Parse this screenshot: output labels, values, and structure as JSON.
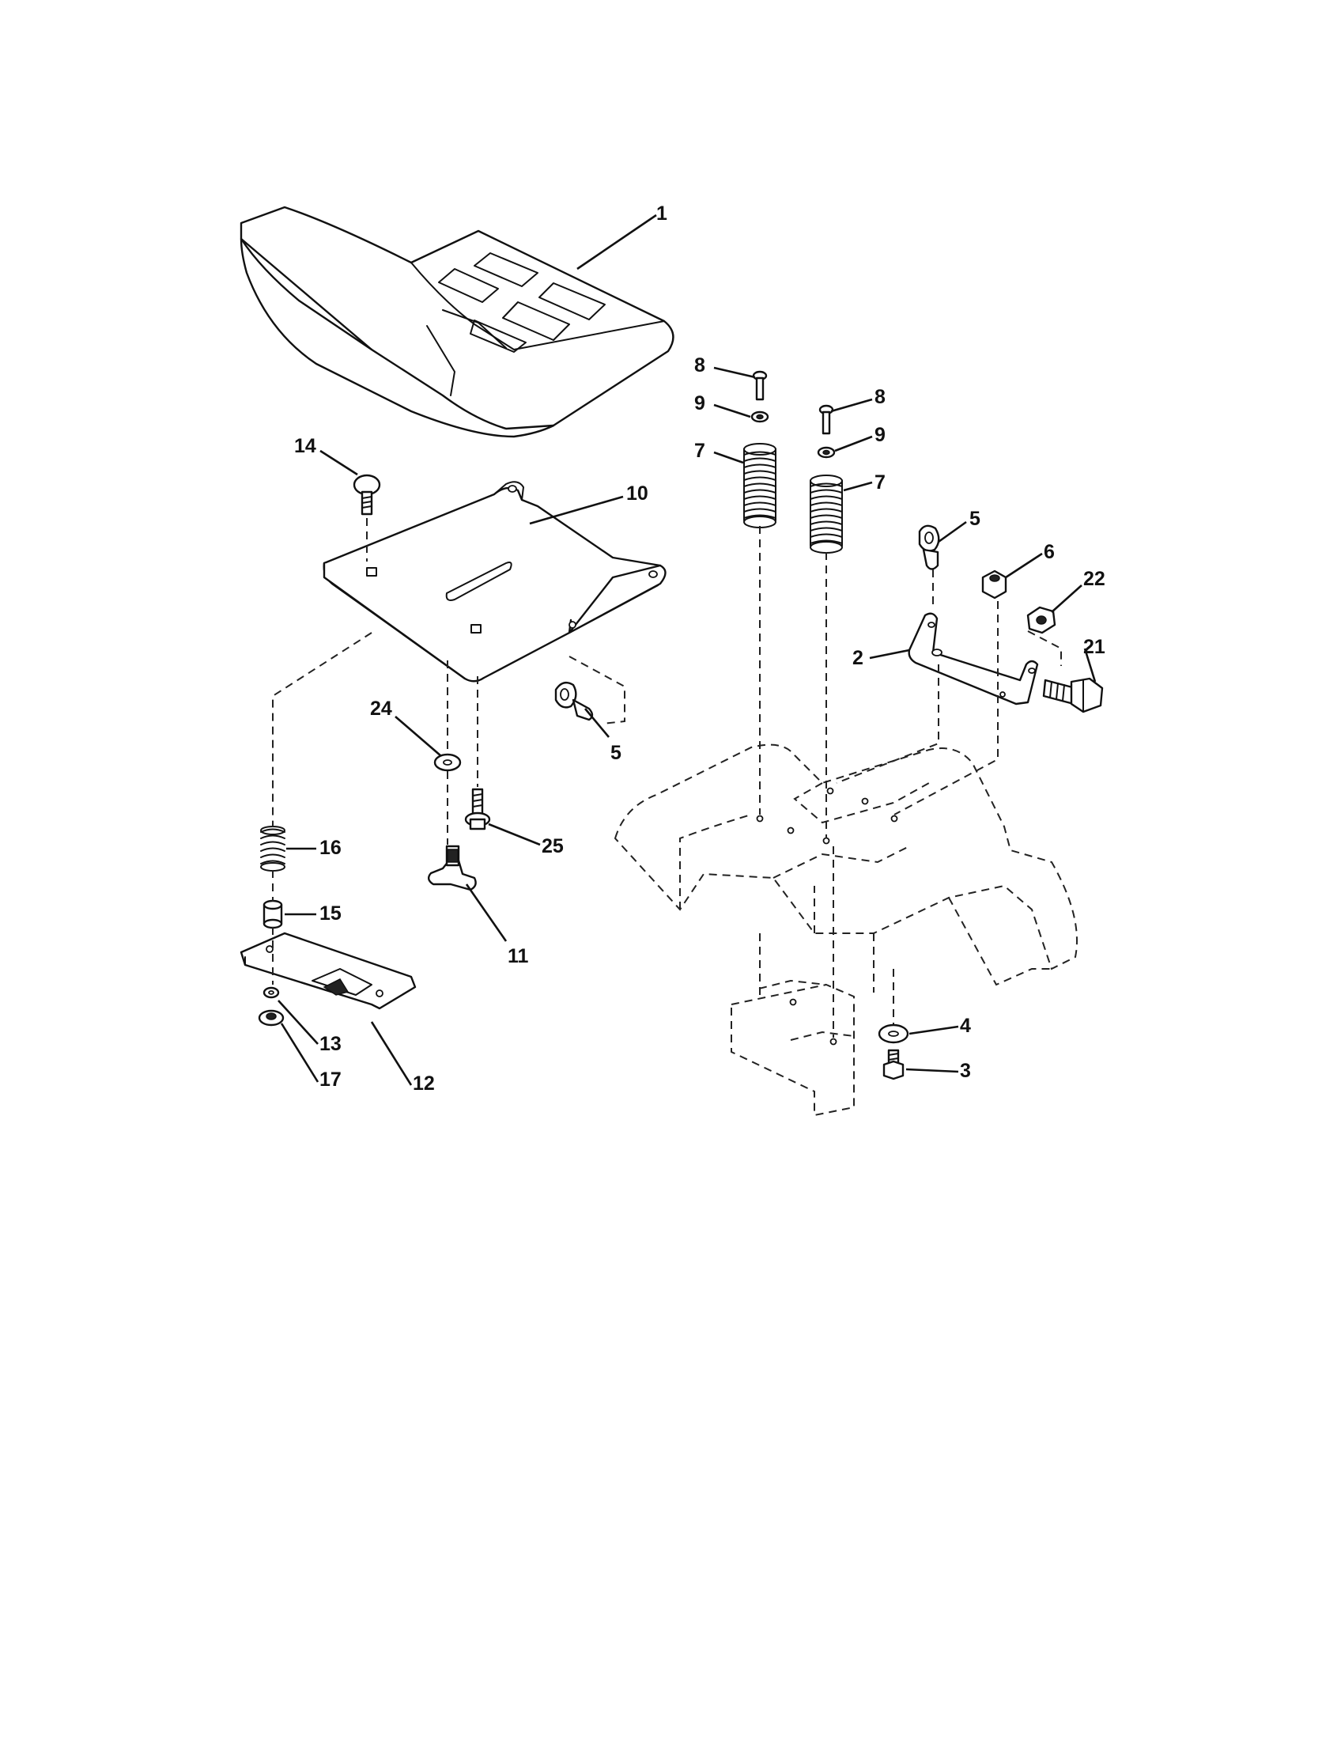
{
  "diagram": {
    "callouts": {
      "c1": "1",
      "c2": "2",
      "c3": "3",
      "c4": "4",
      "c5a": "5",
      "c5b": "5",
      "c6": "6",
      "c7a": "7",
      "c7b": "7",
      "c8a": "8",
      "c8b": "8",
      "c9a": "9",
      "c9b": "9",
      "c10": "10",
      "c11": "11",
      "c12": "12",
      "c13": "13",
      "c14": "14",
      "c15": "15",
      "c16": "16",
      "c17": "17",
      "c21": "21",
      "c22": "22",
      "c24": "24",
      "c25": "25"
    }
  }
}
